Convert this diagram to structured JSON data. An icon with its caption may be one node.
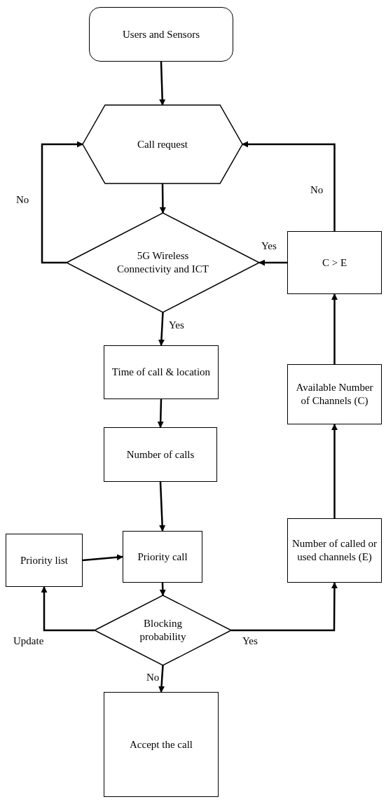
{
  "diagram": {
    "nodes": [
      {
        "text": [
          "Users and Sensors"
        ]
      },
      {
        "text": [
          "Call request"
        ]
      },
      {
        "text": [
          "5G Wireless Connectivity and ICT"
        ]
      },
      {
        "text": [
          "Time of call & location"
        ]
      },
      {
        "text": [
          "Number of calls"
        ]
      },
      {
        "text": [
          "Priority list"
        ]
      },
      {
        "text": [
          "Priority call"
        ]
      },
      {
        "text": [
          "Blocking probability"
        ]
      },
      {
        "text": [
          "Accept the call"
        ]
      },
      {
        "text": [
          "Number of called or used channels (E)"
        ]
      },
      {
        "text": [
          "Available Number of Channels (C)"
        ]
      },
      {
        "text": [
          "C > E"
        ]
      }
    ],
    "edges": [
      {
        "from": 0,
        "to": 1,
        "arrow": "to"
      },
      {
        "from": 1,
        "to": 2,
        "arrow": "to"
      },
      {
        "from": 2,
        "to": 1,
        "arrow": "to",
        "label": "No"
      },
      {
        "from": 2,
        "to": 3,
        "arrow": "to",
        "label": "Yes"
      },
      {
        "from": 3,
        "to": 4,
        "arrow": "to"
      },
      {
        "from": 4,
        "to": 6,
        "arrow": "to"
      },
      {
        "from": 5,
        "to": 6,
        "arrow": "to"
      },
      {
        "from": 6,
        "to": 7,
        "arrow": "to"
      },
      {
        "from": 7,
        "to": 5,
        "arrow": "to",
        "label": "Update"
      },
      {
        "from": 7,
        "to": 9,
        "arrow": "to",
        "label": "Yes"
      },
      {
        "from": 7,
        "to": 8,
        "arrow": "to",
        "label": "No"
      },
      {
        "from": 9,
        "to": 10,
        "arrow": "to"
      },
      {
        "from": 10,
        "to": 11,
        "arrow": "to"
      },
      {
        "from": 11,
        "to": 2,
        "arrow": "to",
        "label": "Yes"
      },
      {
        "from": 11,
        "to": 1,
        "arrow": "to",
        "label": "No"
      }
    ]
  }
}
